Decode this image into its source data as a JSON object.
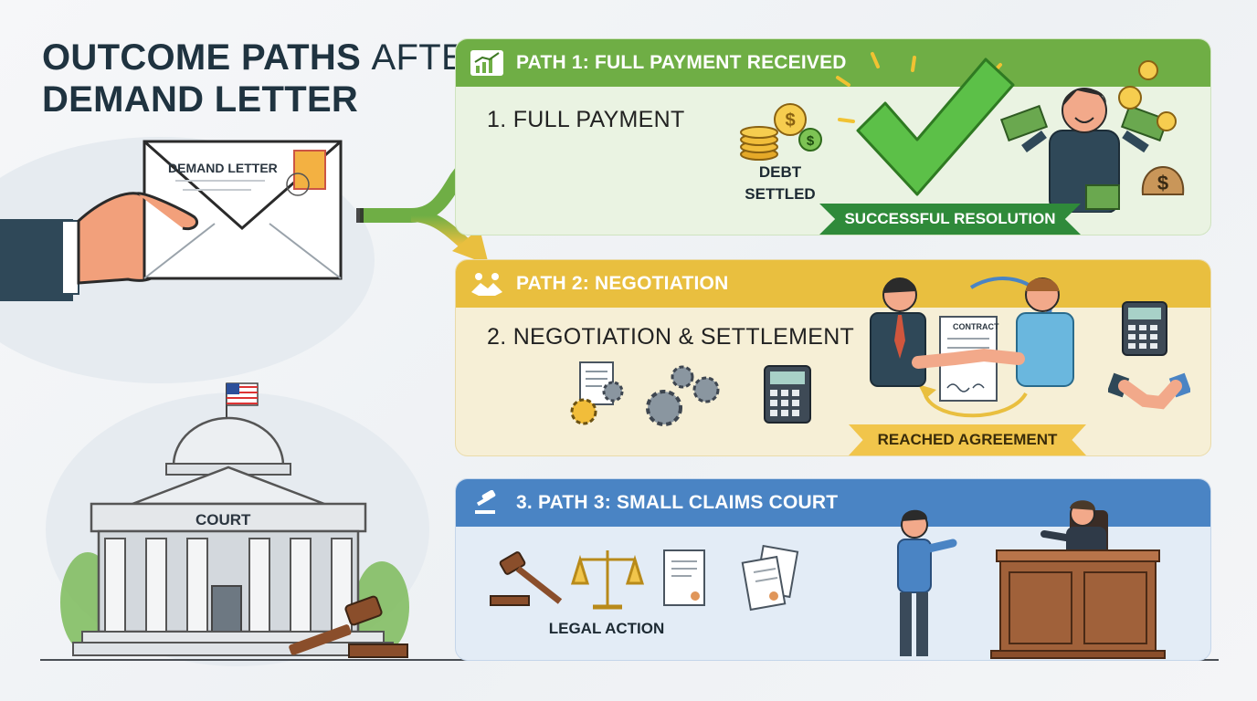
{
  "title": {
    "bold": "OUTCOME PATHS",
    "light": "AFTER",
    "line2": "DEMAND LETTER"
  },
  "envelope_label": "DEMAND LETTER",
  "court_label": "COURT",
  "paths": [
    {
      "header": "PATH 1: FULL PAYMENT RECEIVED",
      "subtitle": "1. FULL PAYMENT",
      "label": "DEBT SETTLED",
      "ribbon": "SUCCESSFUL RESOLUTION",
      "color": "#6fae45"
    },
    {
      "header": "PATH 2: NEGOTIATION",
      "subtitle": "2.  NEGOTIATION & SETTLEMENT",
      "doc_label": "CONTRACT",
      "ribbon": "REACHED AGREEMENT",
      "color": "#e9bf3f"
    },
    {
      "header": "3. PATH 3: SMALL CLAIMS COURT",
      "label": "LEGAL ACTION",
      "color": "#4a84c4"
    }
  ],
  "colors": {
    "title": "#1f3340",
    "green": "#6fae45",
    "yellow": "#e9bf3f",
    "blue": "#4a84c4"
  }
}
